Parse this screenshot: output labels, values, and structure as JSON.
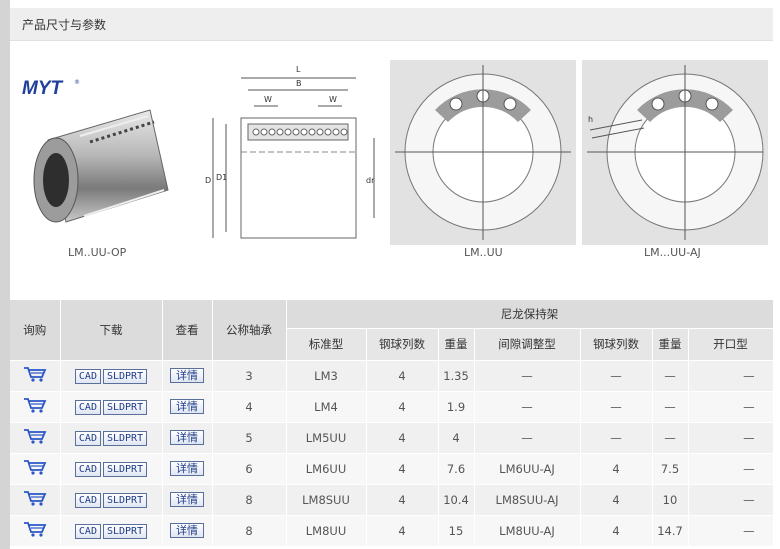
{
  "section": {
    "title": "产品尺寸与参数"
  },
  "brand": {
    "logo_text": "MYT",
    "logo_mark": "®"
  },
  "figures": {
    "captions": [
      "LM..UU-OP",
      "LM..UU",
      "LM...UU-AJ"
    ],
    "dims": {
      "L": "L",
      "B": "B",
      "W": "W",
      "D": "D",
      "D1": "D1",
      "dr": "dr",
      "h": "h"
    }
  },
  "table": {
    "headers": {
      "inquiry": "询购",
      "download": "下载",
      "view": "查看",
      "nominal": "公称轴承",
      "nylon": "尼龙保持架",
      "standard": "标准型",
      "rows_a": "钢球列数",
      "weight_a": "重量",
      "gap": "间隙调整型",
      "rows_b": "钢球列数",
      "weight_b": "重量",
      "open": "开口型"
    },
    "buttons": {
      "cad": "CAD",
      "sldprt": "SLDPRT",
      "detail": "详情"
    },
    "rows": [
      {
        "nominal": "3",
        "standard": "LM3",
        "rows_a": "4",
        "weight_a": "1.35",
        "gap": "—",
        "rows_b": "—",
        "weight_b": "—",
        "open": "—"
      },
      {
        "nominal": "4",
        "standard": "LM4",
        "rows_a": "4",
        "weight_a": "1.9",
        "gap": "—",
        "rows_b": "—",
        "weight_b": "—",
        "open": "—"
      },
      {
        "nominal": "5",
        "standard": "LM5UU",
        "rows_a": "4",
        "weight_a": "4",
        "gap": "—",
        "rows_b": "—",
        "weight_b": "—",
        "open": "—"
      },
      {
        "nominal": "6",
        "standard": "LM6UU",
        "rows_a": "4",
        "weight_a": "7.6",
        "gap": "LM6UU-AJ",
        "rows_b": "4",
        "weight_b": "7.5",
        "open": "—"
      },
      {
        "nominal": "8",
        "standard": "LM8SUU",
        "rows_a": "4",
        "weight_a": "10.4",
        "gap": "LM8SUU-AJ",
        "rows_b": "4",
        "weight_b": "10",
        "open": "—"
      },
      {
        "nominal": "8",
        "standard": "LM8UU",
        "rows_a": "4",
        "weight_a": "15",
        "gap": "LM8UU-AJ",
        "rows_b": "4",
        "weight_b": "14.7",
        "open": "—"
      }
    ]
  }
}
